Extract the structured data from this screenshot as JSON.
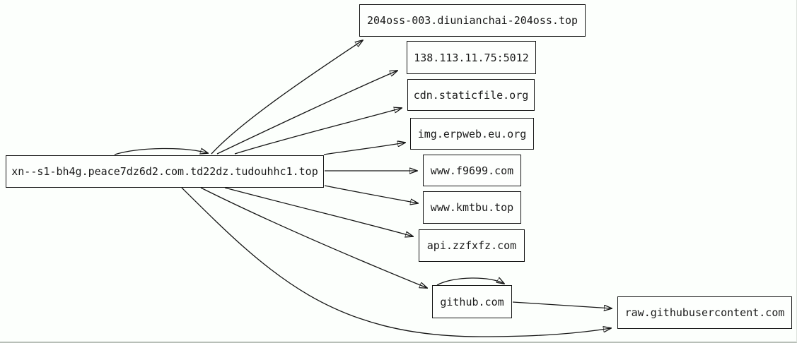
{
  "diagram": {
    "type": "directed-graph",
    "colors": {
      "background": "#fcfffc",
      "node_border": "#141414",
      "edge_stroke": "#161616",
      "frame_bottom": "#b8bfb8"
    },
    "nodes": [
      {
        "id": "main",
        "label": "xn--s1-bh4g.peace7dz6d2.com.td22dz.tudouhhc1.top"
      },
      {
        "id": "oss",
        "label": "204oss-003.diunianchai-204oss.top"
      },
      {
        "id": "ip",
        "label": "138.113.11.75:5012"
      },
      {
        "id": "cdn",
        "label": "cdn.staticfile.org"
      },
      {
        "id": "img",
        "label": "img.erpweb.eu.org"
      },
      {
        "id": "f9699",
        "label": "www.f9699.com"
      },
      {
        "id": "kmtbu",
        "label": "www.kmtbu.top"
      },
      {
        "id": "api",
        "label": "api.zzfxfz.com"
      },
      {
        "id": "github",
        "label": "github.com"
      },
      {
        "id": "raw",
        "label": "raw.githubusercontent.com"
      }
    ],
    "edges": [
      {
        "from": "main",
        "to": "main"
      },
      {
        "from": "main",
        "to": "oss"
      },
      {
        "from": "main",
        "to": "ip"
      },
      {
        "from": "main",
        "to": "cdn"
      },
      {
        "from": "main",
        "to": "img"
      },
      {
        "from": "main",
        "to": "f9699"
      },
      {
        "from": "main",
        "to": "kmtbu"
      },
      {
        "from": "main",
        "to": "api"
      },
      {
        "from": "main",
        "to": "github"
      },
      {
        "from": "main",
        "to": "raw"
      },
      {
        "from": "github",
        "to": "github"
      },
      {
        "from": "github",
        "to": "raw"
      }
    ]
  }
}
